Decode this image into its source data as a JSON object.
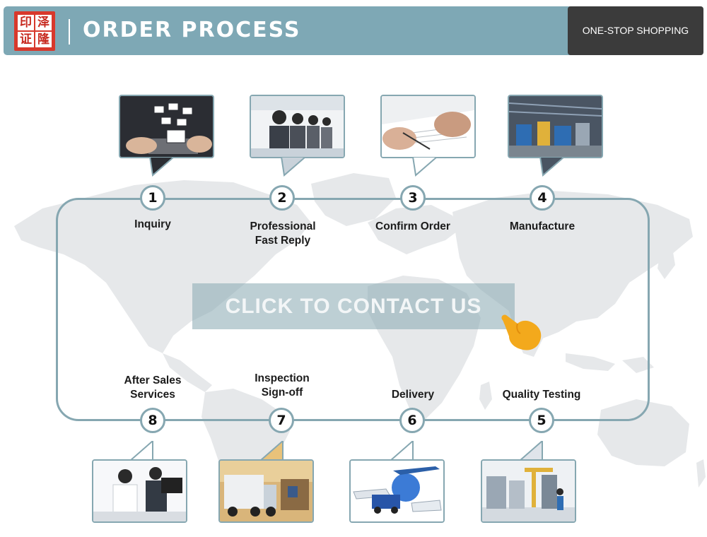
{
  "header": {
    "logo_chars": [
      "印",
      "泽",
      "证",
      "隆"
    ],
    "title": "ORDER PROCESS",
    "badge": "ONE-STOP SHOPPING"
  },
  "cta": {
    "label": "CLICK TO CONTACT US"
  },
  "steps": [
    {
      "number": "1",
      "label": "Inquiry"
    },
    {
      "number": "2",
      "label": "Professional\nFast Reply"
    },
    {
      "number": "3",
      "label": "Confirm  Order"
    },
    {
      "number": "4",
      "label": "Manufacture"
    },
    {
      "number": "5",
      "label": "Quality Testing"
    },
    {
      "number": "6",
      "label": "Delivery"
    },
    {
      "number": "7",
      "label": "Inspection\nSign-off"
    },
    {
      "number": "8",
      "label": "After Sales\nServices"
    }
  ],
  "colors": {
    "header_bg": "#7ea8b5",
    "badge_bg": "#3b3b3b",
    "frame": "#86a7b1",
    "logo": "#d8382c",
    "hand": "#f3a91c"
  },
  "photo_subjects": [
    "email-on-tablet",
    "call-center-agents",
    "contract-signing",
    "factory-floor",
    "inspection-room",
    "transport-vehicles",
    "truck-loading",
    "customer-service"
  ]
}
